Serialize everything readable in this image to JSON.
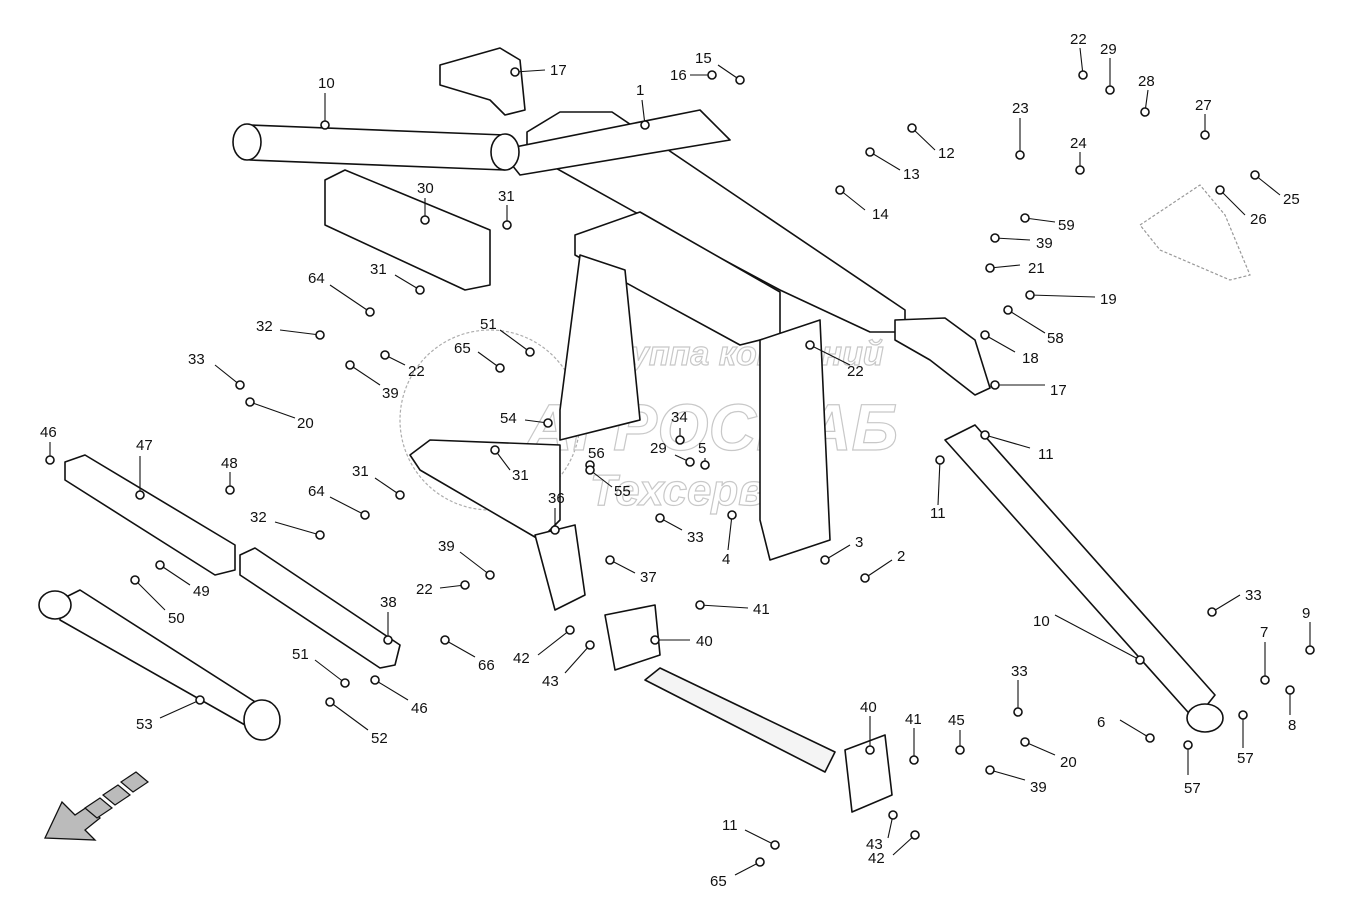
{
  "watermark": {
    "line1": "Группа компаний",
    "line2": "АГРОСНАБ",
    "line3": "Техсервис"
  },
  "direction_arrow_icon": "arrow-down-left-icon",
  "callouts": [
    "1",
    "10",
    "17",
    "15",
    "16",
    "22",
    "29",
    "28",
    "27",
    "23",
    "24",
    "12",
    "13",
    "14",
    "25",
    "26",
    "30",
    "31",
    "59",
    "39",
    "21",
    "19",
    "58",
    "18",
    "17",
    "11",
    "11",
    "64",
    "31",
    "32",
    "51",
    "65",
    "33",
    "22",
    "39",
    "20",
    "22",
    "54",
    "34",
    "29",
    "5",
    "56",
    "55",
    "46",
    "47",
    "48",
    "31",
    "31",
    "64",
    "36",
    "33",
    "4",
    "3",
    "2",
    "32",
    "37",
    "39",
    "22",
    "49",
    "50",
    "41",
    "40",
    "38",
    "42",
    "43",
    "66",
    "51",
    "46",
    "53",
    "52",
    "33",
    "10",
    "9",
    "7",
    "8",
    "6",
    "57",
    "57",
    "33",
    "40",
    "41",
    "45",
    "20",
    "39",
    "11",
    "43",
    "42",
    "65"
  ]
}
